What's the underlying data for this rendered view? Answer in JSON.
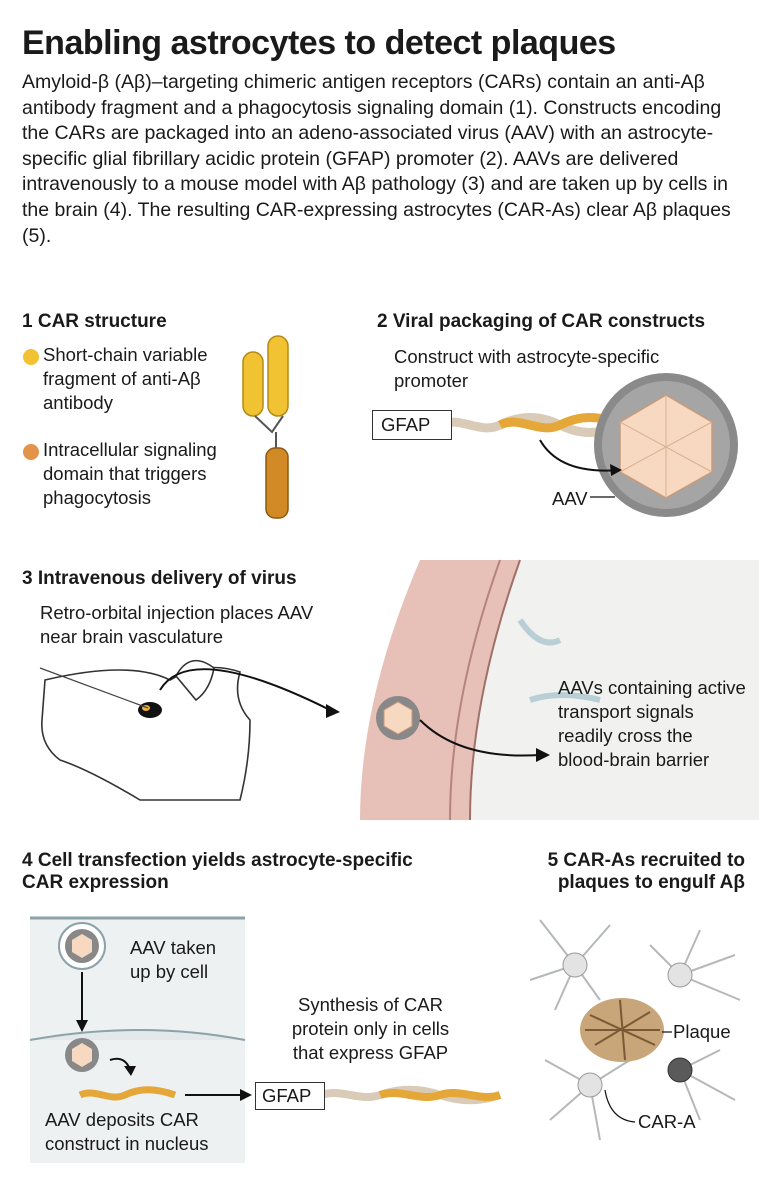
{
  "title": "Enabling astrocytes to detect plaques",
  "intro": "Amyloid-β (Aβ)–targeting chimeric antigen receptors (CARs) contain an anti-Aβ antibody fragment and a phagocytosis signaling domain (1). Constructs encoding the CARs are packaged into an adeno-associated virus (AAV) with an astrocyte-specific glial fibrillary acidic protein (GFAP) promoter (2). AAVs are delivered intravenously to a mouse model with Aβ pathology (3) and are taken up by cells in the brain (4). The resulting CAR-expressing astrocytes (CAR-As) clear Aβ plaques (5).",
  "panel1": {
    "heading": "1 CAR structure",
    "legend": [
      {
        "label": "Short-chain variable fragment of anti-Aβ antibody",
        "color": "#f2c233"
      },
      {
        "label": "Intracellular signaling domain that triggers phagocytosis",
        "color": "#e3944a"
      }
    ]
  },
  "panel2": {
    "heading": "2 Viral packaging of CAR constructs",
    "caption": "Construct with astrocyte-specific promoter",
    "promoter": "GFAP",
    "aav_label": "AAV"
  },
  "panel3": {
    "heading": "3 Intravenous delivery of virus",
    "caption": "Retro-orbital injection places AAV near brain vasculature",
    "note": "AAVs containing active transport signals readily cross the blood-brain barrier"
  },
  "panel4": {
    "heading": "4 Cell transfection yields astrocyte-specific CAR expression",
    "uptake": "AAV taken up by cell",
    "deposit": "AAV deposits CAR construct in nucleus",
    "synthesis": "Synthesis of CAR protein only in cells that express GFAP",
    "promoter": "GFAP"
  },
  "panel5": {
    "heading": "5 CAR-As recruited to plaques to engulf Aβ",
    "plaque_label": "Plaque",
    "cara_label": "CAR-A"
  }
}
